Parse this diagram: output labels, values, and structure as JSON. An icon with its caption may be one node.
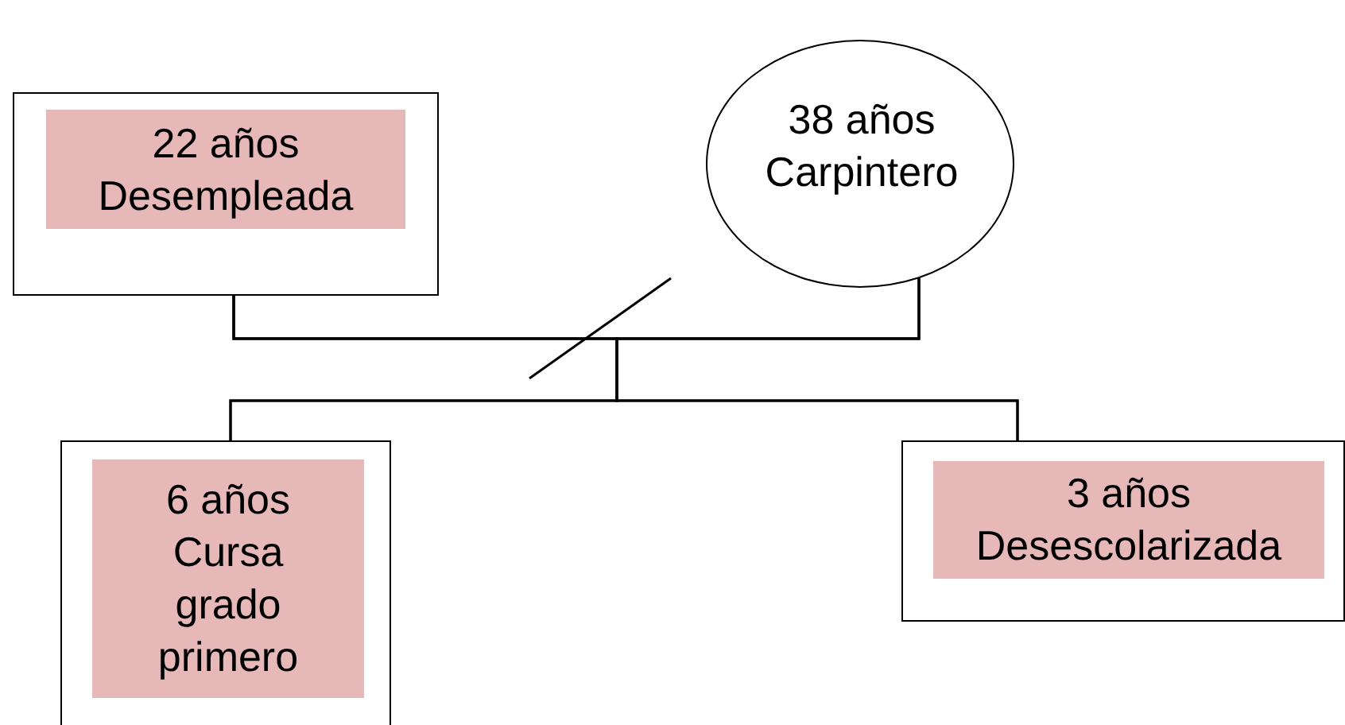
{
  "diagram": {
    "nodes": [
      {
        "text": [
          "22 años Desempleada"
        ]
      },
      {
        "text": [
          "38 años Carpintero"
        ]
      },
      {
        "text": [
          "6 años Cursa grado primero"
        ]
      },
      {
        "text": [
          "3 años Desescolarizada"
        ]
      }
    ],
    "edges": [
      {
        "from": 0,
        "to": 1,
        "arrow": "none"
      },
      {
        "from": 0,
        "to": 2,
        "arrow": "none"
      },
      {
        "from": 0,
        "to": 3,
        "arrow": "none"
      },
      {
        "from": 1,
        "to": 2,
        "arrow": "none"
      },
      {
        "from": 1,
        "to": 3,
        "arrow": "none"
      }
    ]
  }
}
